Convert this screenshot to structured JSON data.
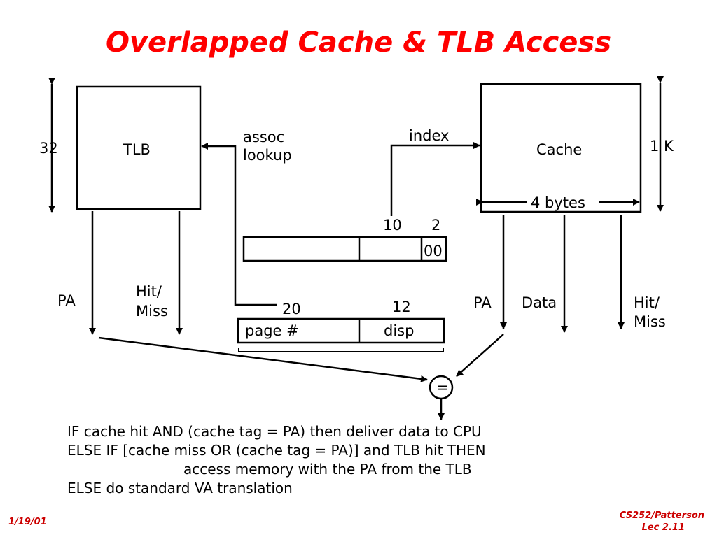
{
  "title": "Overlapped Cache & TLB Access",
  "tlb": {
    "label": "TLB",
    "size_label": "32",
    "pa_label": "PA",
    "hit_label": "Hit/",
    "miss_label": "Miss"
  },
  "cache": {
    "label": "Cache",
    "size_label": "1 K",
    "width_label": "4 bytes",
    "pa_label": "PA",
    "data_label": "Data",
    "hit_label": "Hit/",
    "miss_label": "Miss"
  },
  "labels": {
    "assoc": "assoc",
    "lookup": "lookup",
    "index": "index"
  },
  "index_register": {
    "bits_index": "10",
    "bits_offset": "2",
    "offset_value": "00"
  },
  "address": {
    "bits_page": "20",
    "bits_disp": "12",
    "page_label": "page #",
    "disp_label": "disp"
  },
  "comparator": "=",
  "rules": [
    "IF cache hit AND (cache tag = PA) then deliver data to CPU",
    "ELSE IF [cache miss OR (cache tag = PA)] and TLB hit THEN",
    "access memory with the PA from the TLB",
    "ELSE do standard VA translation"
  ],
  "footer": {
    "date": "1/19/01",
    "course": "CS252/Patterson",
    "lecture": "Lec 2.11"
  }
}
